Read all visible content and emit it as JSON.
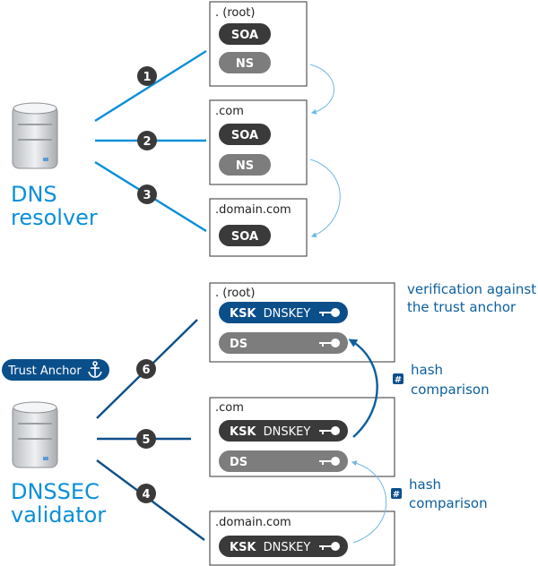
{
  "dns": {
    "title_line1": "DNS",
    "title_line2": "resolver",
    "steps": [
      "1",
      "2",
      "3"
    ],
    "zones": [
      {
        "name": ". (root)",
        "records": [
          "SOA",
          "NS"
        ]
      },
      {
        "name": ".com",
        "records": [
          "SOA",
          "NS"
        ]
      },
      {
        "name": ".domain.com",
        "records": [
          "SOA"
        ]
      }
    ]
  },
  "dnssec": {
    "title_line1": "DNSSEC",
    "title_line2": "validator",
    "trust_anchor_label": "Trust Anchor",
    "steps": [
      "6",
      "5",
      "4"
    ],
    "zones": [
      {
        "name": ". (root)",
        "ksk_prefix": "KSK",
        "ksk_label": "DNSKEY",
        "ds_label": "DS"
      },
      {
        "name": ".com",
        "ksk_prefix": "KSK",
        "ksk_label": "DNSKEY",
        "ds_label": "DS"
      },
      {
        "name": ".domain.com",
        "ksk_prefix": "KSK",
        "ksk_label": "DNSKEY"
      }
    ],
    "verification_line1": "verification against",
    "verification_line2": "the trust anchor",
    "hash_notes": [
      {
        "icon": "#",
        "line1": "hash",
        "line2": "comparison"
      },
      {
        "icon": "#",
        "line1": "hash",
        "line2": "comparison"
      }
    ]
  },
  "colors": {
    "blue": "#0a8fd8",
    "navy": "#0b4f8a",
    "dark_pill": "#3a3a3a",
    "grey_pill": "#7d7d7d",
    "light_blue_arrow": "#6db8e6"
  }
}
